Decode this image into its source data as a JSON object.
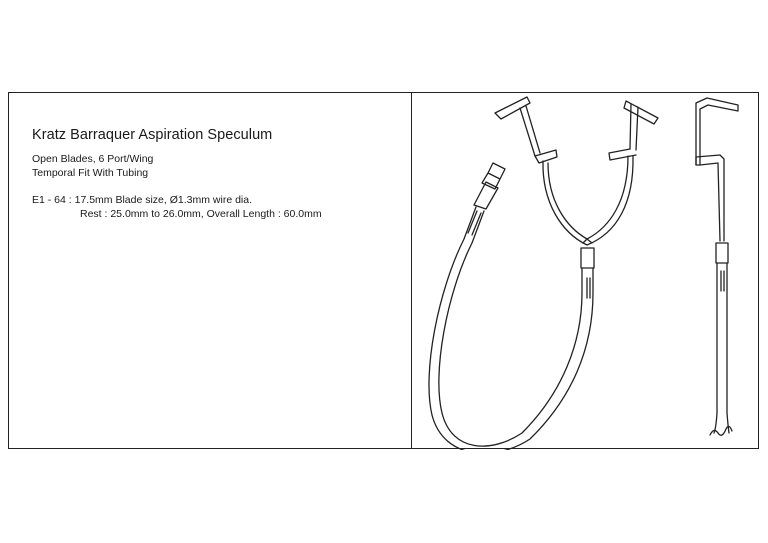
{
  "product": {
    "title": "Kratz Barraquer Aspiration Speculum",
    "line_1": "Open Blades, 6 Port/Wing",
    "line_2": "Temporal Fit With Tubing",
    "line_3": "E1 - 64 : 17.5mm Blade size, Ø1.3mm wire dia.",
    "line_4": "Rest : 25.0mm to 26.0mm, Overall Length : 60.0mm"
  },
  "drawing": {
    "front_view_icon": "speculum-front-view-icon",
    "side_view_icon": "speculum-side-view-icon",
    "line_color": "#222222"
  }
}
